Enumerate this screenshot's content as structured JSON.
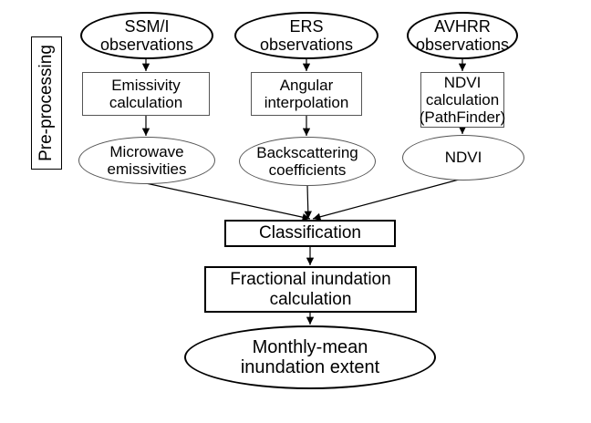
{
  "side_label": "Pre-processing",
  "nodes": {
    "ssmi_obs": [
      "SSM/I",
      "observations"
    ],
    "ers_obs": [
      "ERS",
      "observations"
    ],
    "avhrr_obs": [
      "AVHRR",
      "observations"
    ],
    "emissivity_calc": [
      "Emissivity",
      "calculation"
    ],
    "angular_interp": [
      "Angular",
      "interpolation"
    ],
    "ndvi_calc": [
      "NDVI",
      "calculation",
      "(PathFinder)"
    ],
    "microwave_emiss": [
      "Microwave",
      "emissivities"
    ],
    "backscatter": [
      "Backscattering",
      "coefficients"
    ],
    "ndvi": [
      "NDVI"
    ],
    "classification": [
      "Classification"
    ],
    "fractional": [
      "Fractional inundation",
      "calculation"
    ],
    "monthly": [
      "Monthly-mean",
      "inundation extent"
    ]
  }
}
